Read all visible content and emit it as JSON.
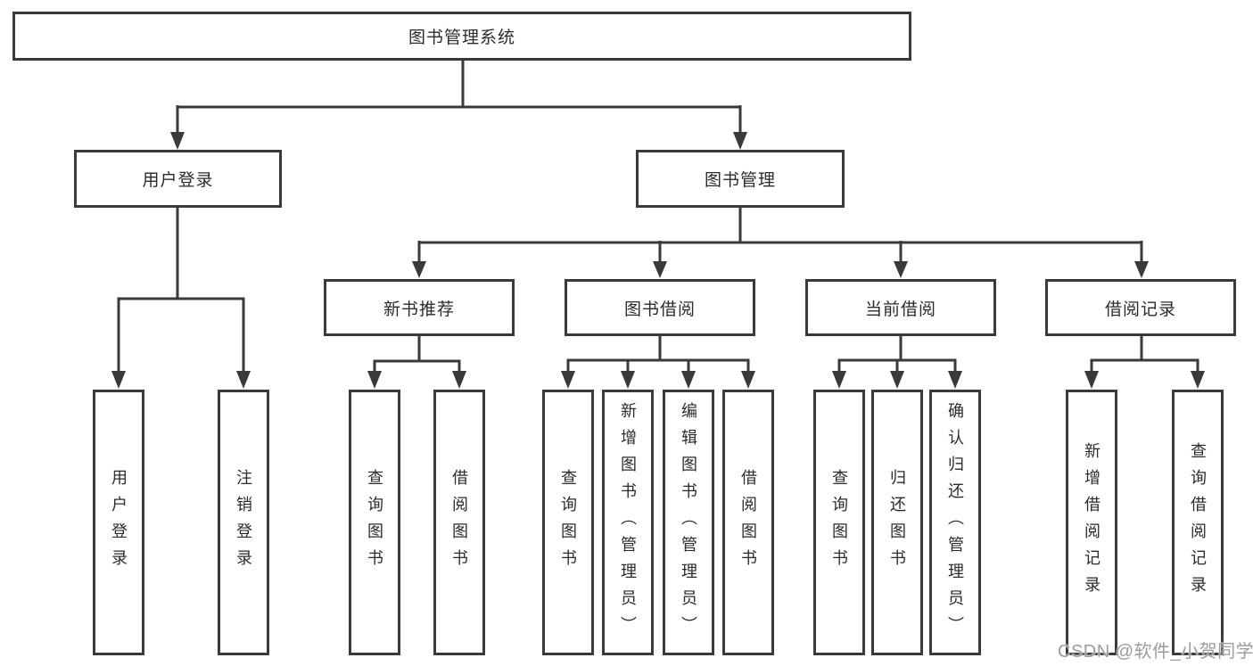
{
  "root": {
    "label": "图书管理系统"
  },
  "branches": {
    "user_login": {
      "label": "用户登录",
      "children": [
        "用户登录",
        "注销登录"
      ]
    },
    "book_mgmt": {
      "label": "图书管理"
    }
  },
  "modules": [
    {
      "label": "新书推荐",
      "children": [
        "查询图书",
        "借阅图书"
      ]
    },
    {
      "label": "图书借阅",
      "children": [
        "查询图书",
        "新增图书（管理员）",
        "编辑图书（管理员）",
        "借阅图书"
      ]
    },
    {
      "label": "当前借阅",
      "children": [
        "查询图书",
        "归还图书",
        "确认归还（管理员）"
      ]
    },
    {
      "label": "借阅记录",
      "children": [
        "新增借阅记录",
        "查询借阅记录"
      ]
    }
  ],
  "watermark": "CSDN @软件_小贺同学",
  "colors": {
    "line": "#3a3a3a",
    "box_border": "#3a3a3a",
    "box_fill": "#ffffff",
    "text": "#2b2b2b",
    "watermark": "#9c9c9c",
    "background": "#ffffff"
  }
}
